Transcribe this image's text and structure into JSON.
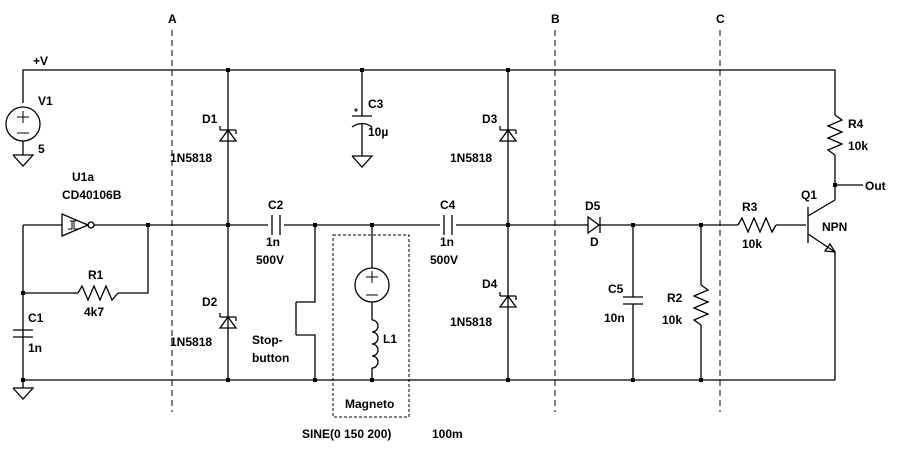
{
  "sections": {
    "a": "A",
    "b": "B",
    "c": "C"
  },
  "nets": {
    "vplus": "+V",
    "out": "Out"
  },
  "v1": {
    "ref": "V1",
    "value": "5"
  },
  "u1a": {
    "ref": "U1a",
    "part": "CD40106B"
  },
  "r1": {
    "ref": "R1",
    "value": "4k7"
  },
  "c1": {
    "ref": "C1",
    "value": "1n"
  },
  "d1": {
    "ref": "D1",
    "part": "1N5818"
  },
  "d2": {
    "ref": "D2",
    "part": "1N5818"
  },
  "c2": {
    "ref": "C2",
    "value": "1n",
    "voltage": "500V"
  },
  "c3": {
    "ref": "C3",
    "value": "10µ"
  },
  "stop": {
    "line1": "Stop-",
    "line2": "button"
  },
  "l1": {
    "ref": "L1"
  },
  "magneto": {
    "label": "Magneto",
    "source": "SINE(0 150 200)",
    "extra": "100m"
  },
  "c4": {
    "ref": "C4",
    "value": "1n",
    "voltage": "500V"
  },
  "d3": {
    "ref": "D3",
    "part": "1N5818"
  },
  "d4": {
    "ref": "D4",
    "part": "1N5818"
  },
  "d5": {
    "ref": "D5",
    "part": "D"
  },
  "c5": {
    "ref": "C5",
    "value": "10n"
  },
  "r2": {
    "ref": "R2",
    "value": "10k"
  },
  "r3": {
    "ref": "R3",
    "value": "10k"
  },
  "r4": {
    "ref": "R4",
    "value": "10k"
  },
  "q1": {
    "ref": "Q1",
    "type": "NPN"
  }
}
